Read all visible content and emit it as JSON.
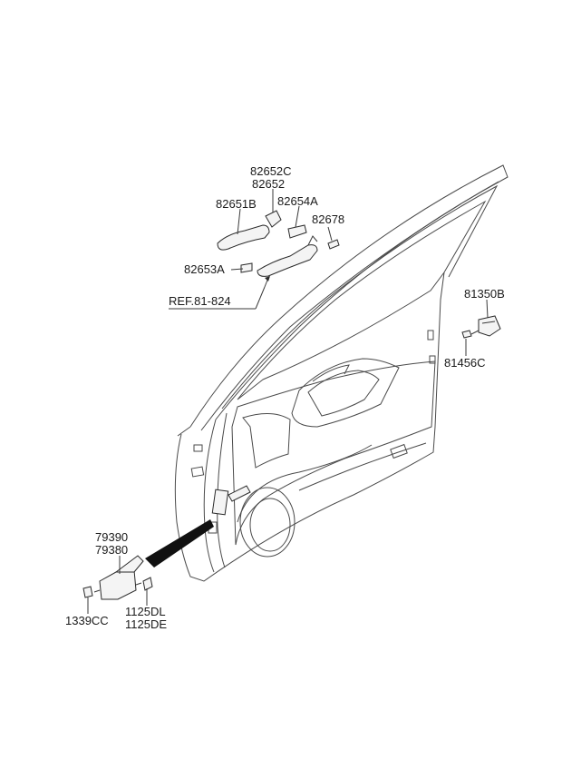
{
  "labels": {
    "p82652C": "82652C",
    "p82652": "82652",
    "p82651B": "82651B",
    "p82654A": "82654A",
    "p82678": "82678",
    "p82653A": "82653A",
    "ref": "REF.81-824",
    "p81350B": "81350B",
    "p81456C": "81456C",
    "p79390": "79390",
    "p79380": "79380",
    "p1339CC": "1339CC",
    "p1125DL": "1125DL",
    "p1125DE": "1125DE"
  },
  "colors": {
    "line": "#3a3a3a",
    "text": "#1a1a1a",
    "background": "#ffffff"
  }
}
